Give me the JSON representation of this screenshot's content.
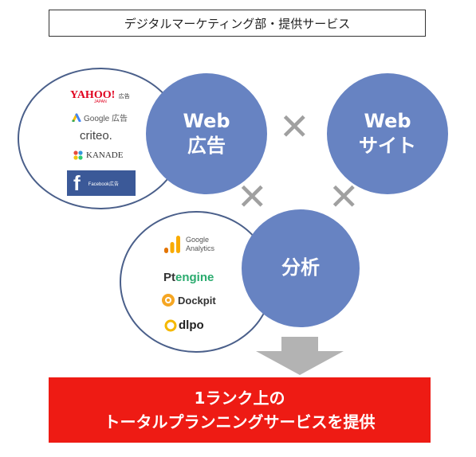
{
  "header": {
    "title": "デジタルマーケティング部・提供サービス"
  },
  "bubbles": {
    "web_ads": [
      "Web",
      "広告"
    ],
    "website": [
      "Web",
      "サイト"
    ],
    "analysis": [
      "分析"
    ]
  },
  "cross_symbol": "✕",
  "ad_logos": {
    "yahoo": "YAHOO!",
    "yahoo_sub": "JAPAN",
    "yahoo_tag": "広告",
    "google": "Google 広告",
    "criteo": "criteo.",
    "kanade": "KANADE",
    "facebook": "f",
    "facebook_tag": "Facebook広告"
  },
  "analytics_logos": {
    "google_analytics": [
      "Google",
      "Analytics"
    ],
    "ptengine": [
      "Pt",
      "engine"
    ],
    "dockpit": "Dockpit",
    "dlpo": "dlpo"
  },
  "banner": {
    "line1": "1ランク上の",
    "line2": "トータルプランニングサービスを提供"
  },
  "colors": {
    "bubble": "#6783c2",
    "ring_border": "#4a5f8a",
    "cross": "#a0a0a0",
    "banner": "#ee1b14"
  },
  "icons": [
    "yahoo-logo-icon",
    "google-ads-icon",
    "criteo-logo-icon",
    "kanade-logo-icon",
    "facebook-logo-icon",
    "google-analytics-icon",
    "ptengine-logo-icon",
    "dockpit-logo-icon",
    "dlpo-logo-icon",
    "down-arrow-icon"
  ]
}
